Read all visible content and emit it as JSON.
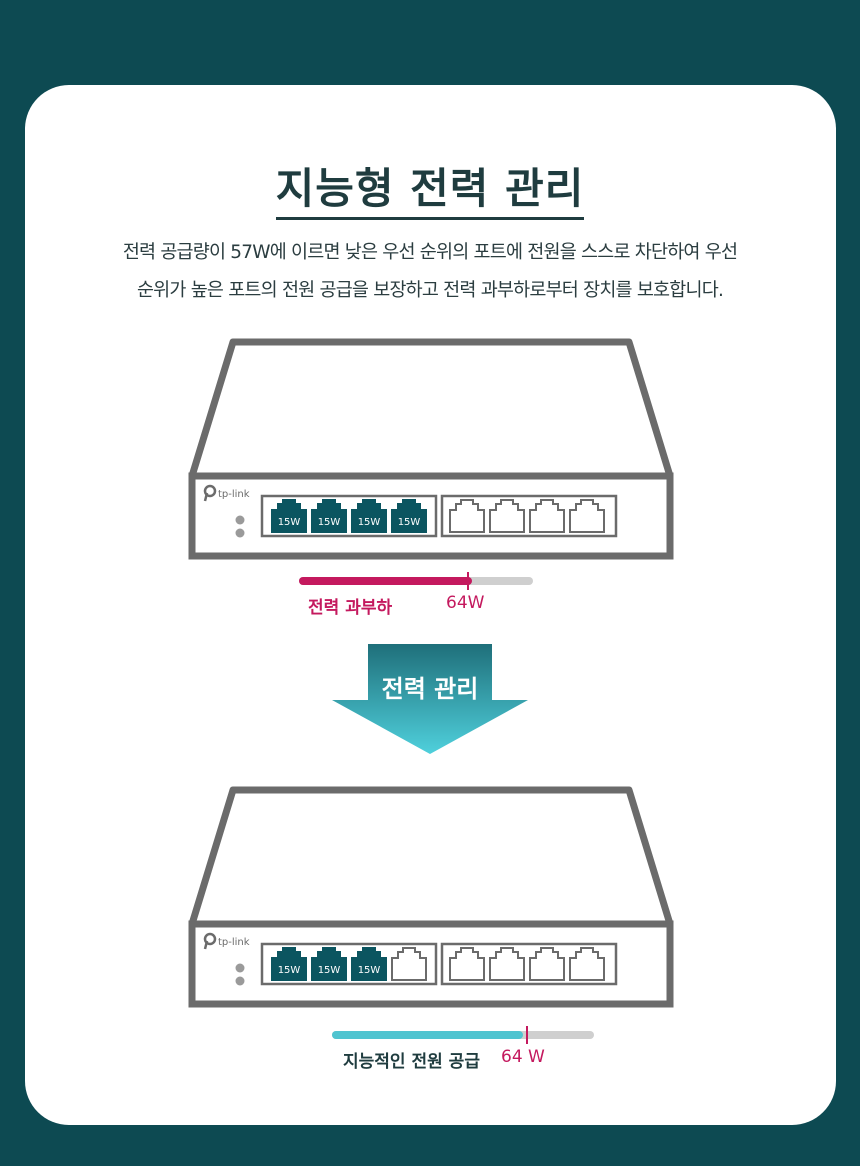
{
  "heading": {
    "title": "지능형 전력 관리"
  },
  "description": {
    "line1": "전력 공급량이 57W에 이르면 낮은 우선 순위의 포트에 전원을 스스로 차단하여 우선",
    "line2": "순위가 높은 포트의 전원 공급을 보장하고 전력 과부하로부터 장치를 보호합니다."
  },
  "brand": {
    "logo_text": "tp-link"
  },
  "switch_before": {
    "port_labels": [
      "15W",
      "15W",
      "15W",
      "15W"
    ],
    "powered_ports": 4,
    "total_ports": 8,
    "meter": {
      "fill_fraction": 0.74,
      "label": "전력 과부하",
      "value": "64W"
    }
  },
  "arrow": {
    "label": "전력 관리"
  },
  "switch_after": {
    "port_labels": [
      "15W",
      "15W",
      "15W"
    ],
    "powered_ports": 3,
    "total_ports": 8,
    "meter": {
      "fill_fraction": 0.73,
      "label": "지능적인 전원 공급",
      "value": "64 W"
    }
  },
  "colors": {
    "background": "#0d4a52",
    "switch_outline": "#6b6b6b",
    "port_powered": "#0b5560",
    "overload": "#c4195e",
    "managed": "#4fc4d0",
    "arrow_top": "#1f6f7a",
    "arrow_bottom": "#4fd0dc"
  }
}
